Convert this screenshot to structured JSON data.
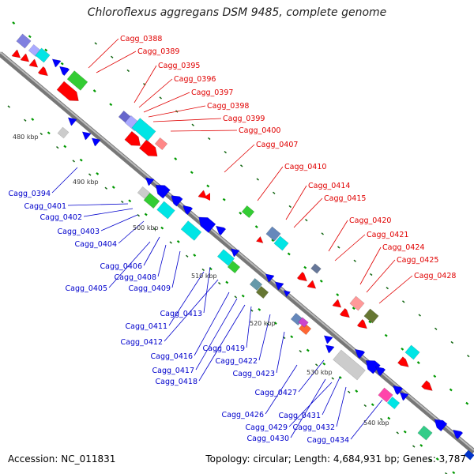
{
  "title": "Chloroflexus aggregans DSM 9485, complete genome",
  "footer": {
    "accession": "Accession: NC_011831",
    "topology": "Topology: circular; Length: 4,684,931 bp; Genes: 3,787"
  },
  "colors": {
    "backbone": "#999999",
    "forward_label": "#e00000",
    "reverse_label": "#0000cc",
    "cds_forward": "#ff0000",
    "cds_reverse": "#0000ff",
    "rna": "#00cc33",
    "cog_cyan": "#00e5e5",
    "cog_green": "#33cc33",
    "tick_green": "#009900"
  },
  "kbp_ticks": [
    "480 kbp",
    "490 kbp",
    "500 kbp",
    "510 kbp",
    "520 kbp",
    "530 kbp",
    "540 kbp"
  ],
  "forward_labels": [
    "Cagg_0388",
    "Cagg_0389",
    "Cagg_0395",
    "Cagg_0396",
    "Cagg_0397",
    "Cagg_0398",
    "Cagg_0399",
    "Cagg_0400",
    "Cagg_0407",
    "Cagg_0410",
    "Cagg_0414",
    "Cagg_0415",
    "Cagg_0420",
    "Cagg_0421",
    "Cagg_0424",
    "Cagg_0425",
    "Cagg_0428"
  ],
  "reverse_labels": [
    "Cagg_0394",
    "Cagg_0401",
    "Cagg_0402",
    "Cagg_0403",
    "Cagg_0404",
    "Cagg_0405",
    "Cagg_0406",
    "Cagg_0408",
    "Cagg_0409",
    "Cagg_0413",
    "Cagg_0411",
    "Cagg_0412",
    "Cagg_0416",
    "Cagg_0417",
    "Cagg_0418",
    "Cagg_0419",
    "Cagg_0422",
    "Cagg_0423",
    "Cagg_0427",
    "Cagg_0426",
    "Cagg_0431",
    "Cagg_0429",
    "Cagg_0432",
    "Cagg_0430",
    "Cagg_0434"
  ]
}
